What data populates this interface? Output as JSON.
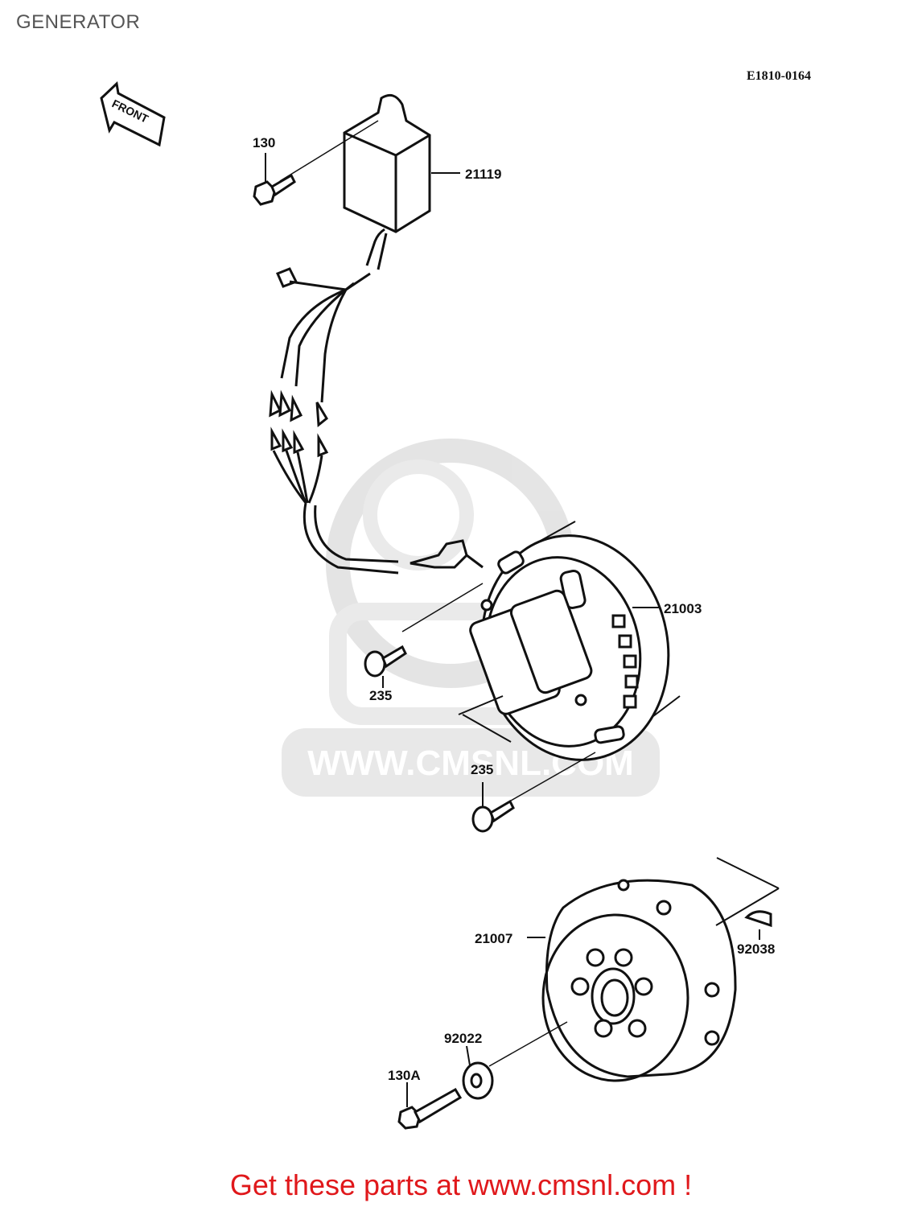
{
  "page": {
    "title": "GENERATOR",
    "diagram_code": "E1810-0164",
    "footer": "Get these parts at www.cmsnl.com !"
  },
  "front_arrow": {
    "label": "FRONT"
  },
  "watermark": {
    "text": "WWW.CMSNL.COM"
  },
  "parts": {
    "p130": "130",
    "p21119": "21119",
    "p21003": "21003",
    "p235a": "235",
    "p235b": "235",
    "p21007": "21007",
    "p92038": "92038",
    "p92022": "92022",
    "p130a": "130A"
  },
  "colors": {
    "footer": "#e0181b",
    "title": "#555555",
    "watermark": "#d6d6d6"
  }
}
